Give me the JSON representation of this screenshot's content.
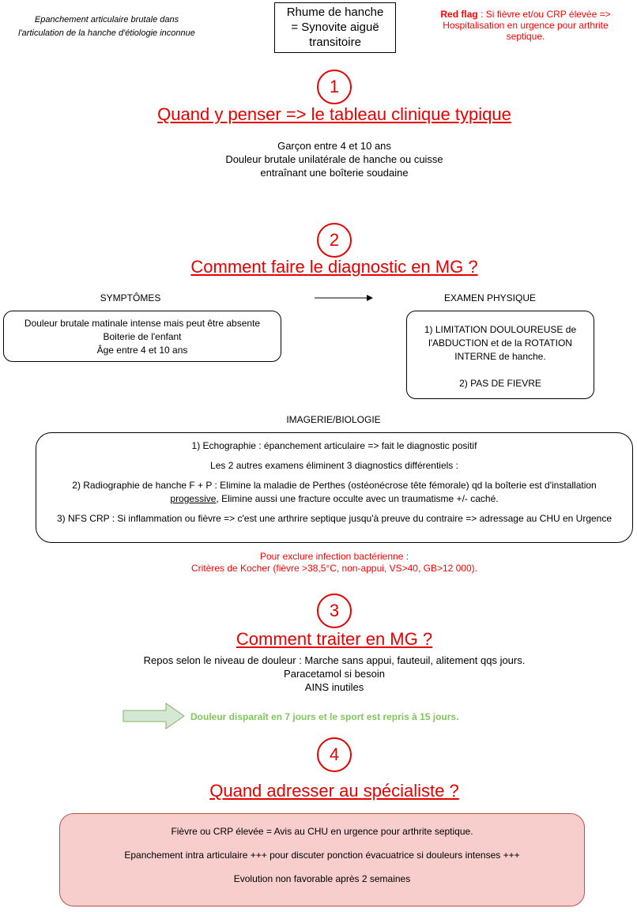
{
  "header": {
    "subtitle_line1": "Epanchement articulaire brutale dans",
    "subtitle_line2": "l'articulation de la hanche d'étiologie inconnue",
    "title_line1": "Rhume de hanche",
    "title_line2": "= Synovite aiguë",
    "title_line3": "transitoire",
    "redflag_bold": "Red flag",
    "redflag_line1": " : Si fièvre et/ou CRP élevée =>",
    "redflag_line2": "Hospitalisation en urgence pour arthrite",
    "redflag_line3": "septique."
  },
  "sections": [
    {
      "number": "1",
      "heading": "Quand y penser => le tableau clinique typique",
      "lines": [
        "Garçon entre 4 et 10 ans",
        "Douleur brutale unilatérale de hanche ou cuisse",
        "entraînant une boîterie soudaine"
      ]
    },
    {
      "number": "2",
      "heading": "Comment faire le diagnostic en MG ?",
      "symptoms_label": "SYMPTÔMES",
      "symptoms_lines": [
        "Douleur brutale matinale intense mais peut être absente",
        "Boiterie de l'enfant",
        "Âge entre 4 et 10 ans"
      ],
      "exam_label": "EXAMEN PHYSIQUE",
      "exam_lines": [
        "1) LIMITATION DOULOUREUSE de",
        "l'ABDUCTION et de la ROTATION",
        "INTERNE de hanche.",
        "",
        "2) PAS DE FIEVRE"
      ],
      "imaging_label": "IMAGERIE/BIOLOGIE",
      "imaging": {
        "p1": "1) Echographie : épanchement articulaire => fait le diagnostic positif",
        "p2": "Les 2 autres examens éliminent 3 diagnostics différentiels :",
        "p3_line1": "2) Radiographie de hanche F + P : Elimine la maladie de Perthes (ostéonécrose tête fémorale) qd la boîterie est d'installation",
        "p3_underlined": "progessive",
        "p3_rest": ", Elimine aussi une fracture occulte avec un traumatisme +/- caché.",
        "p4": "3) NFS CRP : Si inflammation ou fièvre => c'est une arthrire septique jusqu'à preuve du contraire => adressage au CHU en Urgence"
      },
      "kocher_line1": "Pour exclure infection bactérienne :",
      "kocher_line2": "Critères de Kocher (fièvre >38,5°C, non-appui, VS>40, GB>12 000)."
    },
    {
      "number": "3",
      "heading": "Comment traiter en MG ?",
      "lines": [
        "Repos selon le niveau de douleur : Marche sans appui, fauteuil, alitement qqs jours.",
        "Paracetamol si besoin",
        "AINS inutiles"
      ],
      "arrow_note": "Douleur disparaît en 7 jours et le sport est repris à 15 jours."
    },
    {
      "number": "4",
      "heading": "Quand adresser au spécialiste ?",
      "items": [
        "Fièvre ou CRP élevée = Avis au CHU en urgence pour arthrite septique.",
        "Epanchement intra articulaire +++ pour discuter ponction évacuatrice si douleurs intenses +++",
        "Evolution non favorable après 2 semaines"
      ]
    }
  ],
  "colors": {
    "red": "#e60000",
    "green_arrow_fill": "#d5e8d4",
    "green_arrow_stroke": "#82b366",
    "green_text": "#82c65e",
    "pink_fill": "#f8cecc",
    "pink_stroke": "#b85450"
  }
}
